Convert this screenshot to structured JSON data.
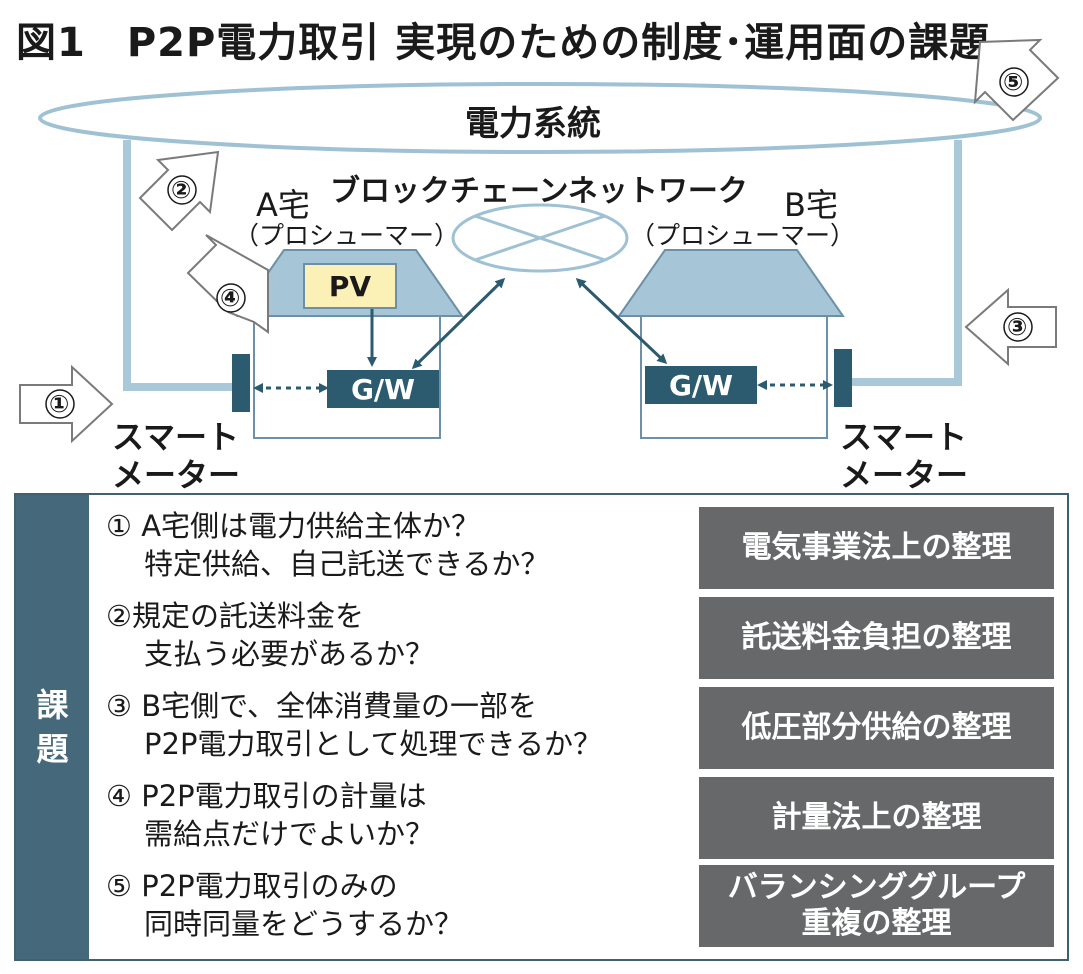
{
  "title": "図1　P2P電力取引 実現のための制度･運用面の課題",
  "diagram": {
    "grid_label": "電力系統",
    "blockchain_label": "ブロックチェーンネットワーク",
    "house_a": {
      "name": "A宅",
      "role": "（プロシューマー）"
    },
    "house_b": {
      "name": "B宅",
      "role": "（プロシューマー）"
    },
    "pv_label": "PV",
    "gw_label": "G/W",
    "smart_meter_line1": "スマート",
    "smart_meter_line2": "メーター",
    "markers": {
      "m1": "①",
      "m2": "②",
      "m3": "③",
      "m4": "④",
      "m5": "⑤"
    }
  },
  "issues": {
    "heading_1": "課",
    "heading_2": "題",
    "rows": [
      {
        "line1": "① A宅側は電力供給主体か？",
        "line2": "特定供給、自己託送できるか？",
        "tag": "電気事業法上の整理"
      },
      {
        "line1": "②規定の託送料金を",
        "line2": "支払う必要があるか？",
        "tag": "託送料金負担の整理"
      },
      {
        "line1": "③ B宅側で、全体消費量の一部を",
        "line2": "P2P電力取引として処理できるか？",
        "tag": "低圧部分供給の整理"
      },
      {
        "line1": "④ P2P電力取引の計量は",
        "line2": "需給点だけでよいか？",
        "tag": "計量法上の整理"
      },
      {
        "line1": "⑤ P2P電力取引のみの",
        "line2": "同時同量をどうするか？",
        "tag_line1": "バランシンググループ",
        "tag_line2": "重複の整理"
      }
    ]
  },
  "colors": {
    "grid_line": "#a9c9da",
    "roof": "#a6c5d6",
    "pv_fill": "#fbf0b6",
    "gw_fill": "#2c5a6e",
    "meter_fill": "#2c5a6e",
    "issue_head": "#45697a",
    "tag_fill": "#66686a"
  }
}
